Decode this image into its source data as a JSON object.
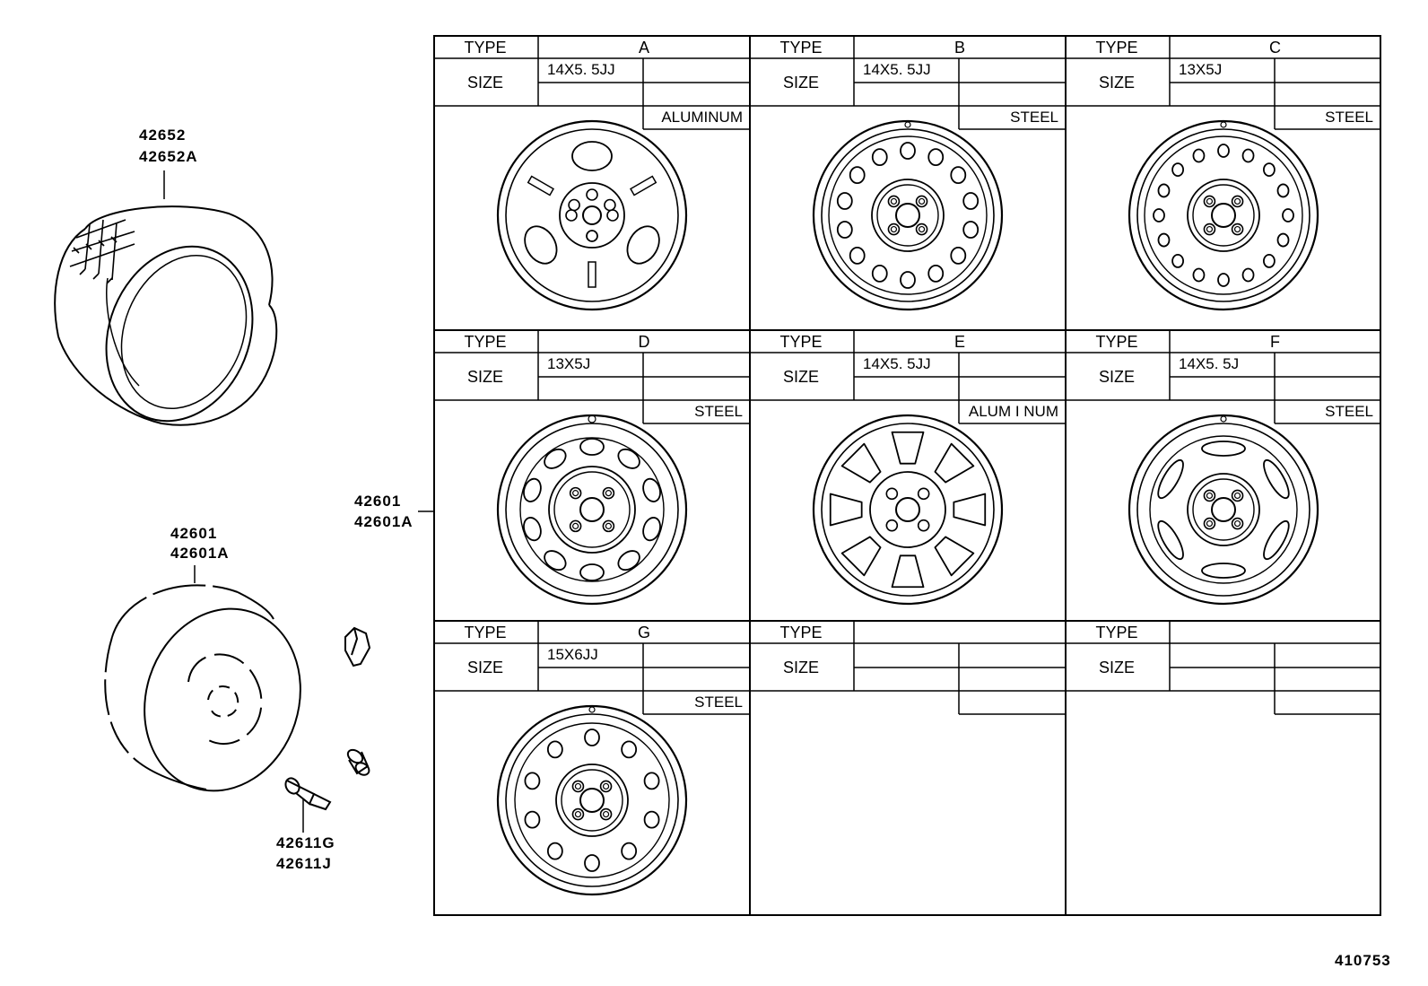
{
  "figure_number": "410753",
  "callouts": {
    "tire_1": "42652",
    "tire_2": "42652A",
    "wheel_1": "42601",
    "wheel_2": "42601A",
    "table_1": "42601",
    "table_2": "42601A",
    "valve_1": "42611G",
    "valve_2": "42611J"
  },
  "headers": {
    "type": "TYPE",
    "size": "SIZE"
  },
  "wheel_types": [
    {
      "type": "A",
      "size": "14X5. 5JJ",
      "material": "ALUMINUM",
      "icon": "aluminum-3-spoke-wheel"
    },
    {
      "type": "B",
      "size": "14X5. 5JJ",
      "material": "STEEL",
      "icon": "steel-wheel-14-holes"
    },
    {
      "type": "C",
      "size": "13X5J",
      "material": "STEEL",
      "icon": "steel-wheel-16-holes"
    },
    {
      "type": "D",
      "size": "13X5J",
      "material": "STEEL",
      "icon": "steel-wheel-slotted"
    },
    {
      "type": "E",
      "size": "14X5. 5JJ",
      "material": "ALUM I NUM",
      "icon": "aluminum-8-spoke-wheel"
    },
    {
      "type": "F",
      "size": "14X5. 5J",
      "material": "STEEL",
      "icon": "steel-wheel-6-slots"
    },
    {
      "type": "G",
      "size": "15X6JJ",
      "material": "STEEL",
      "icon": "steel-wheel-10-holes"
    },
    {
      "type": "",
      "size": "",
      "material": "",
      "icon": ""
    },
    {
      "type": "",
      "size": "",
      "material": "",
      "icon": ""
    }
  ]
}
